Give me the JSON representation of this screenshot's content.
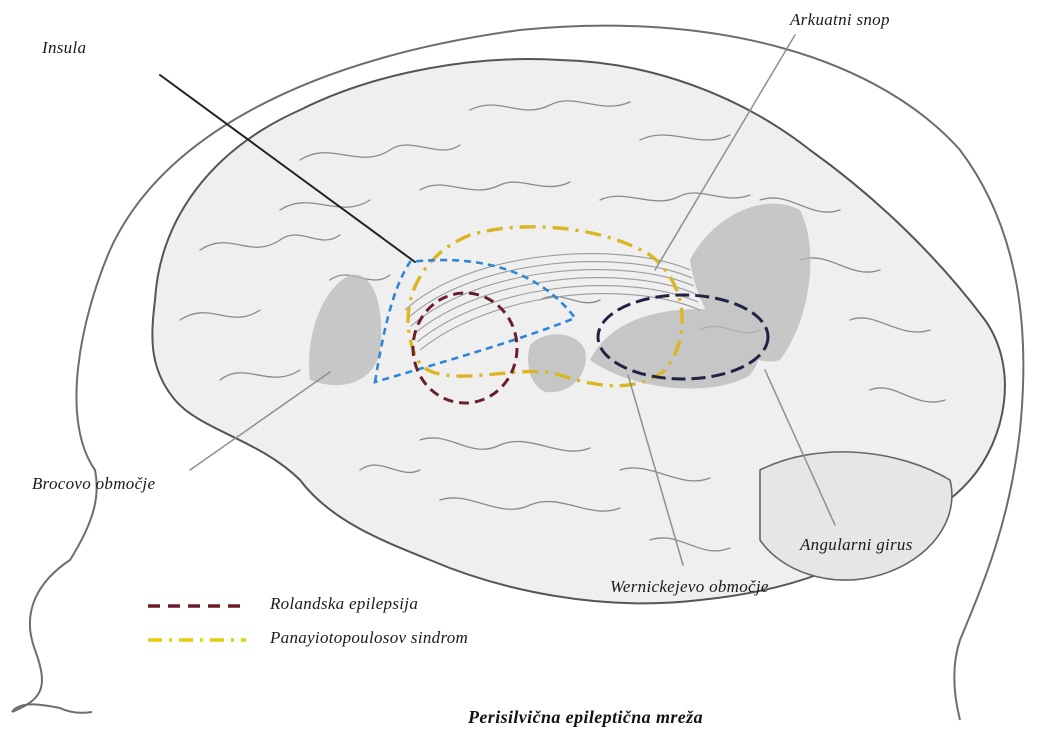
{
  "labels": {
    "insula": "Insula",
    "arcuate": "Arkuatni snop",
    "broca": "Brocovo območje",
    "angular": "Angularni girus",
    "wernicke": "Wernickejevo območje"
  },
  "legend": {
    "items": [
      {
        "label": "Rolandska epilepsija",
        "color": "#6b1f2a",
        "style": "dashed"
      },
      {
        "label": "Panayiotopoulosov sindrom",
        "color": "#e2cf10",
        "style": "dash-dot"
      }
    ]
  },
  "caption": "Perisilvična epileptična mreža",
  "colors": {
    "rolandic": "#6b1f2a",
    "panayiotopoulos": "#d9b623",
    "insula_region": "#2f86d6",
    "wernicke_region": "#1f2444",
    "highlight_fill": "#b9b9b9",
    "brain_fill": "#efefef",
    "outline": "#555555"
  }
}
